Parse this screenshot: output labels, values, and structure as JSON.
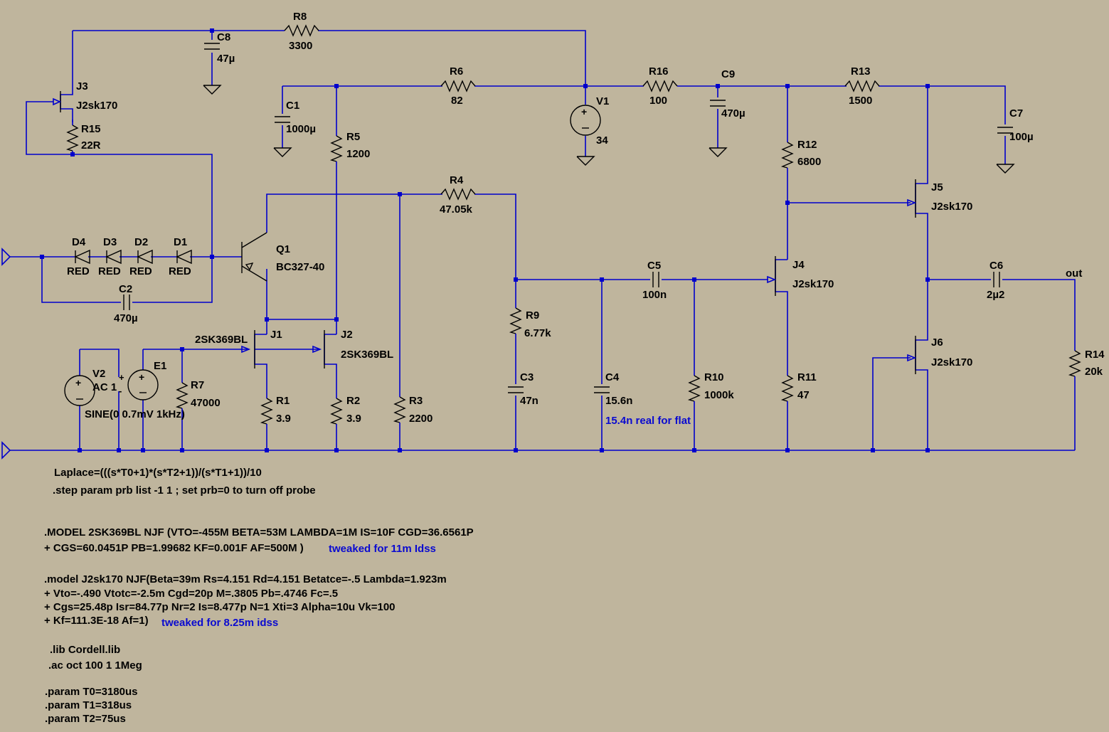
{
  "components": {
    "R8": {
      "ref": "R8",
      "value": "3300"
    },
    "C8": {
      "ref": "C8",
      "value": "47µ"
    },
    "R6": {
      "ref": "R6",
      "value": "82"
    },
    "R16": {
      "ref": "R16",
      "value": "100"
    },
    "C9": {
      "ref": "C9",
      "value": "470µ"
    },
    "R13": {
      "ref": "R13",
      "value": "1500"
    },
    "C7": {
      "ref": "C7",
      "value": "100µ"
    },
    "V1": {
      "ref": "V1",
      "value": "34"
    },
    "J3": {
      "ref": "J3",
      "value": "J2sk170"
    },
    "R15": {
      "ref": "R15",
      "value": "22R"
    },
    "C1": {
      "ref": "C1",
      "value": "1000µ"
    },
    "R5": {
      "ref": "R5",
      "value": "1200"
    },
    "R12": {
      "ref": "R12",
      "value": "6800"
    },
    "R4": {
      "ref": "R4",
      "value": "47.05k"
    },
    "J5": {
      "ref": "J5",
      "value": "J2sk170"
    },
    "D4": {
      "ref": "D4",
      "value": "RED"
    },
    "D3": {
      "ref": "D3",
      "value": "RED"
    },
    "D2": {
      "ref": "D2",
      "value": "RED"
    },
    "D1": {
      "ref": "D1",
      "value": "RED"
    },
    "Q1": {
      "ref": "Q1",
      "value": "BC327-40"
    },
    "C2": {
      "ref": "C2",
      "value": "470µ"
    },
    "C5": {
      "ref": "C5",
      "value": "100n"
    },
    "J4": {
      "ref": "J4",
      "value": "J2sk170"
    },
    "C6": {
      "ref": "C6",
      "value": "2µ2"
    },
    "R9": {
      "ref": "R9",
      "value": "6.77k"
    },
    "J1": {
      "ref": "J1",
      "value": "2SK369BL"
    },
    "J2": {
      "ref": "J2",
      "value": "2SK369BL"
    },
    "J6": {
      "ref": "J6",
      "value": "J2sk170"
    },
    "V2": {
      "ref": "V2",
      "value": "AC 1",
      "spec": "SINE(0 0.7mV 1kHz)"
    },
    "E1": {
      "ref": "E1"
    },
    "R7": {
      "ref": "R7",
      "value": "47000"
    },
    "C3": {
      "ref": "C3",
      "value": "47n"
    },
    "C4": {
      "ref": "C4",
      "value": "15.6n",
      "note": "15.4n real for flat"
    },
    "R10": {
      "ref": "R10",
      "value": "1000k"
    },
    "R11": {
      "ref": "R11",
      "value": "47"
    },
    "R14": {
      "ref": "R14",
      "value": "20k"
    },
    "R1": {
      "ref": "R1",
      "value": "3.9"
    },
    "R2": {
      "ref": "R2",
      "value": "3.9"
    },
    "R3": {
      "ref": "R3",
      "value": "2200"
    }
  },
  "labels": {
    "out": "out"
  },
  "directives": {
    "laplace": "Laplace=(((s*T0+1)*(s*T2+1))/(s*T1+1))/10",
    "step": ".step param prb list -1 1 ; set prb=0 to turn off probe",
    "model_2sk369_1": ".MODEL 2SK369BL NJF (VTO=-455M BETA=53M LAMBDA=1M IS=10F CGD=36.6561P",
    "model_2sk369_2": "+ CGS=60.0451P PB=1.99682 KF=0.001F AF=500M )",
    "model_2sk369_note": "tweaked for 11m Idss",
    "model_j2sk170_1": ".model J2sk170 NJF(Beta=39m Rs=4.151 Rd=4.151 Betatce=-.5 Lambda=1.923m",
    "model_j2sk170_2": "+ Vto=-.490 Vtotc=-2.5m Cgd=20p M=.3805 Pb=.4746 Fc=.5",
    "model_j2sk170_3": "+ Cgs=25.48p Isr=84.77p Nr=2 Is=8.477p N=1 Xti=3 Alpha=10u Vk=100",
    "model_j2sk170_4": "+ Kf=111.3E-18 Af=1)",
    "model_j2sk170_note": "tweaked for 8.25m idss",
    "lib": ".lib Cordell.lib",
    "ac": ".ac oct 100 1 1Meg",
    "param_t0": ".param T0=3180us",
    "param_t1": ".param T1=318us",
    "param_t2": ".param T2=75us"
  },
  "colors": {
    "background": "#bfb59d",
    "wire": "#0000cc",
    "component": "#000000",
    "note_text": "#0a0ad0"
  }
}
